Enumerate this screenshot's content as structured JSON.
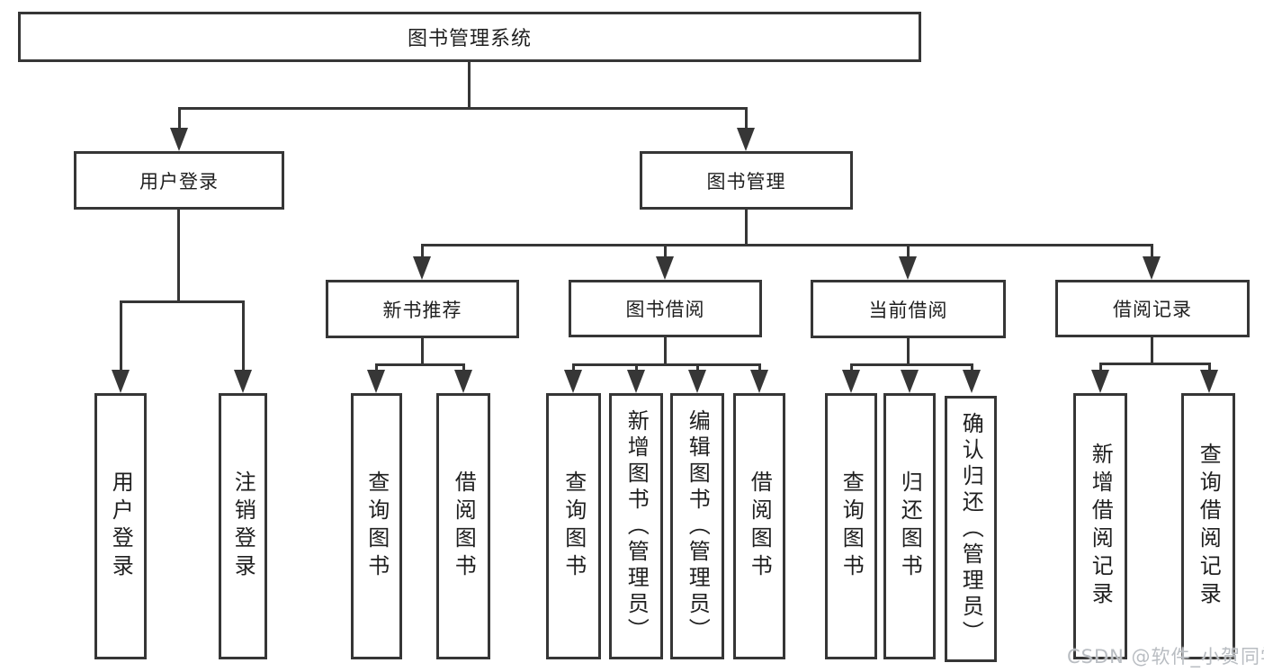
{
  "diagram": {
    "root": {
      "label": "图书管理系统",
      "children": [
        {
          "label": "用户登录",
          "children": [
            {
              "label": "用户登录"
            },
            {
              "label": "注销登录"
            }
          ]
        },
        {
          "label": "图书管理",
          "children": [
            {
              "label": "新书推荐",
              "children": [
                {
                  "label": "查询图书"
                },
                {
                  "label": "借阅图书"
                }
              ]
            },
            {
              "label": "图书借阅",
              "children": [
                {
                  "label": "查询图书"
                },
                {
                  "label": "新增图书（管理员）"
                },
                {
                  "label": "编辑图书（管理员）"
                },
                {
                  "label": "借阅图书"
                }
              ]
            },
            {
              "label": "当前借阅",
              "children": [
                {
                  "label": "查询图书"
                },
                {
                  "label": "归还图书"
                },
                {
                  "label": "确认归还（管理员）"
                }
              ]
            },
            {
              "label": "借阅记录",
              "children": [
                {
                  "label": "新增借阅记录"
                },
                {
                  "label": "查询借阅记录"
                }
              ]
            }
          ]
        }
      ]
    }
  },
  "watermark": {
    "text": "CSDN @软件_小贺同学"
  },
  "colors": {
    "line": "#363636",
    "box_border": "#363636",
    "box_fill": "#ffffff",
    "text": "#1f1f1f",
    "watermark": "#b9bdc2",
    "background": "#ffffff"
  }
}
